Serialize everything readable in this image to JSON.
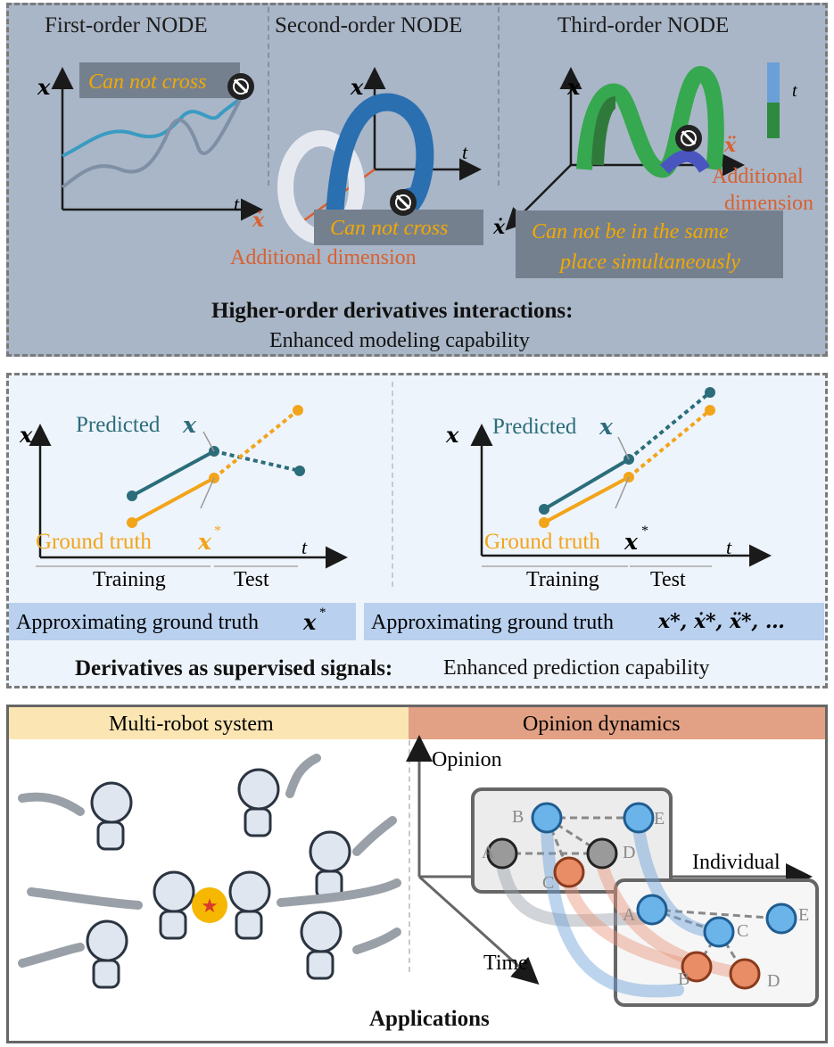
{
  "top_panel": {
    "first_order": "First-order NODE",
    "second_order": "Second-order NODE",
    "third_order": "Third-order NODE",
    "axis_x": "x",
    "axis_t": "t",
    "axis_xdot": "ẋ",
    "axis_xddot": "ẍ",
    "cannot_cross": "Can not cross",
    "additional_dimension": "Additional dimension",
    "additional": "Additional",
    "dimension": "dimension",
    "same_place_line1": "Can not be in the same",
    "same_place_line2": "place simultaneously",
    "caption_bold": "Higher-order derivatives interactions:",
    "caption_normal": "Enhanced modeling capability"
  },
  "middle_panel": {
    "predicted": "Predicted",
    "ground_truth": "Ground truth",
    "x": "x",
    "x_star": "x",
    "star": "*",
    "t": "t",
    "training": "Training",
    "test": "Test",
    "approx_left": "Approximating ground truth",
    "approx_right": "Approximating ground truth",
    "approx_right_terms": "x*, ẋ*, ẍ*, …",
    "caption_bold": "Derivatives as supervised signals:",
    "caption_normal": "Enhanced prediction capability"
  },
  "bottom_panel": {
    "multi_robot": "Multi-robot system",
    "opinion_dynamics": "Opinion dynamics",
    "opinion": "Opinion",
    "individual": "Individual",
    "time": "Time",
    "labels_top": [
      "A",
      "B",
      "C",
      "D",
      "E"
    ],
    "labels_bottom": [
      "A",
      "B",
      "C",
      "D",
      "E"
    ],
    "caption": "Applications"
  },
  "colors": {
    "top_bg": "#a9b6c7",
    "mid_bg": "#eef4fb",
    "banner": "#b9d0ee",
    "yellow_header": "#fbe6b3",
    "orange_header": "#e2a184",
    "teal": "#2b6d7a",
    "gold": "#f2a41a",
    "orange_text": "#f2a900",
    "red_text": "#d9602f"
  }
}
